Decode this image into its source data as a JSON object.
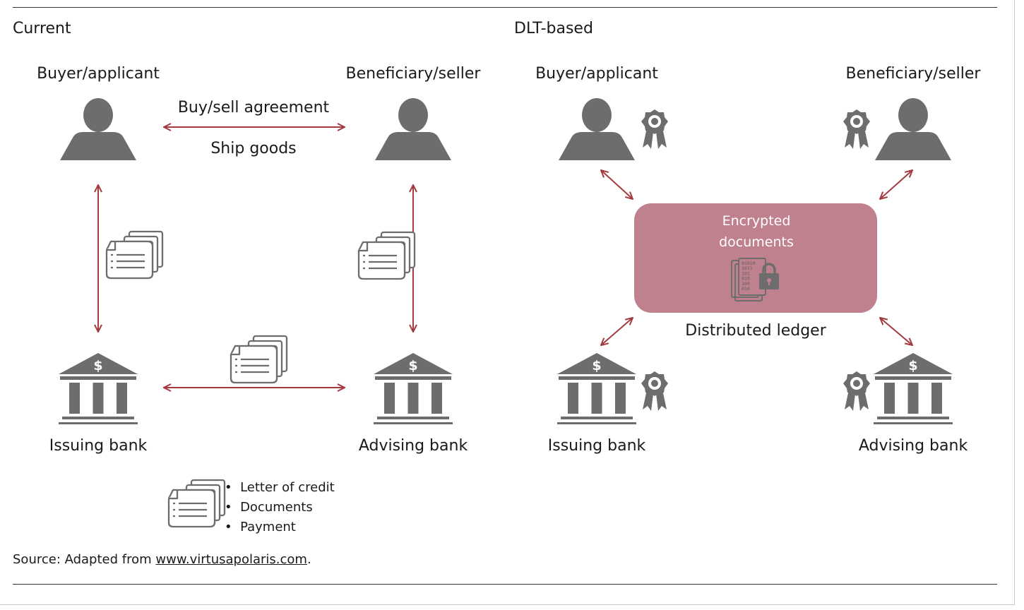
{
  "current": {
    "title": "Current",
    "buyer_label": "Buyer/applicant",
    "seller_label": "Beneficiary/seller",
    "agreement_label": "Buy/sell agreement",
    "ship_label": "Ship goods",
    "issuing_label": "Issuing bank",
    "advising_label": "Advising bank"
  },
  "dlt": {
    "title": "DLT-based",
    "buyer_label": "Buyer/applicant",
    "seller_label": "Beneficiary/seller",
    "issuing_label": "Issuing bank",
    "advising_label": "Advising bank",
    "ledger_box_line1": "Encrypted",
    "ledger_box_line2": "documents",
    "ledger_label": "Distributed ledger",
    "binary_lines": [
      "01010",
      "1011",
      "101",
      "010",
      "100",
      "010"
    ]
  },
  "legend": {
    "items": [
      "Letter of credit",
      "Documents",
      "Payment"
    ]
  },
  "source": {
    "prefix": "Source: Adapted from ",
    "link_text": "www.virtusapolaris.com",
    "suffix": "."
  },
  "colors": {
    "arrow": "#a23a40",
    "icon": "#6d6d6d",
    "ledger_fill": "#be818d",
    "ledger_text": "#ffffff"
  },
  "icons": {
    "person": "person-icon",
    "bank": "bank-icon",
    "documents": "document-stack-icon",
    "certificate": "award-ribbon-icon",
    "lock": "locked-documents-icon"
  }
}
